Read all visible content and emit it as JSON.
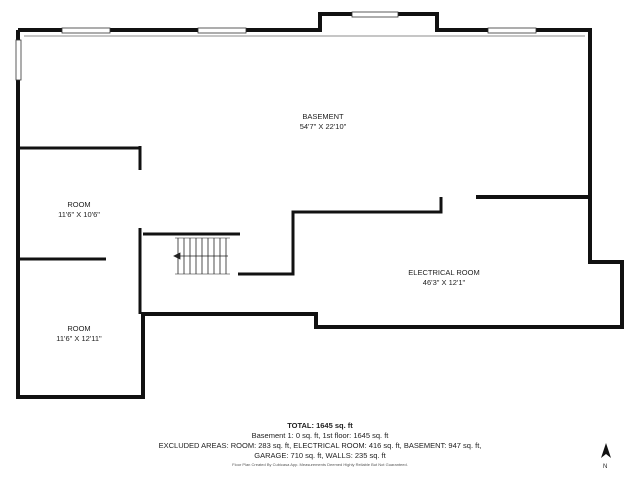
{
  "rooms": [
    {
      "name": "BASEMENT",
      "dims": "54'7\" X 22'10\""
    },
    {
      "name": "ROOM",
      "dims": "11'6\" X 10'6\""
    },
    {
      "name": "ROOM",
      "dims": "11'6\" X 12'11\""
    },
    {
      "name": "ELECTRICAL ROOM",
      "dims": "46'3\" X 12'1\""
    }
  ],
  "summary": {
    "total_label": "TOTAL: 1645 sq. ft",
    "line1": "Basement 1: 0 sq. ft, 1st floor: 1645 sq. ft",
    "line2": "EXCLUDED AREAS: ROOM: 283 sq. ft, ELECTRICAL ROOM: 416 sq. ft, BASEMENT: 947 sq. ft,",
    "line3": "GARAGE: 710 sq. ft, WALLS: 235 sq. ft"
  },
  "credit": "Floor Plan Created By Cubicasa App. Measurements Deemed Highly Reliable But Not Guaranteed.",
  "compass": {
    "label": "N"
  },
  "colors": {
    "wall": "#111111",
    "background": "#ffffff"
  }
}
